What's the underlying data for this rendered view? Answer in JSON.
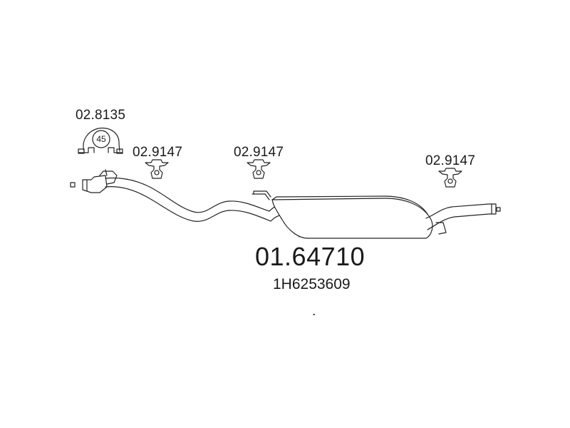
{
  "parts": {
    "clamp": {
      "code": "02.8135",
      "ring_label": "45"
    },
    "hanger_1": {
      "code": "02.9147"
    },
    "hanger_2": {
      "code": "02.9147"
    },
    "hanger_3": {
      "code": "02.9147"
    },
    "muffler": {
      "code": "01.64710",
      "oem": "1H6253609"
    }
  },
  "dot": "."
}
